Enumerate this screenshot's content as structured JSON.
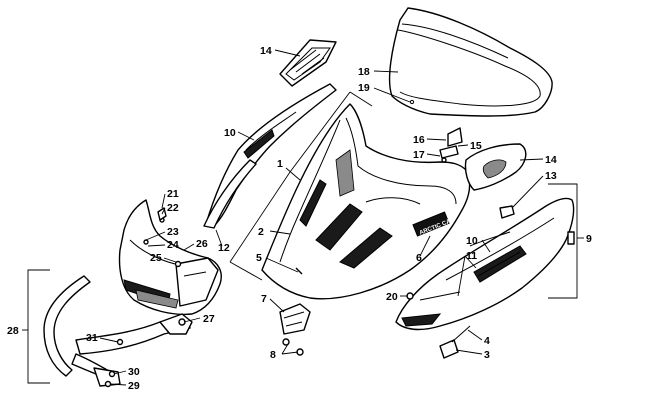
{
  "diagram": {
    "brand_logo_text": "ARCTIC CAT",
    "callouts": {
      "c1": "1",
      "c2": "2",
      "c3": "3",
      "c4": "4",
      "c5": "5",
      "c6": "6",
      "c7": "7",
      "c8": "8",
      "c9": "9",
      "c10a": "10",
      "c10b": "10",
      "c11": "11",
      "c12": "12",
      "c13": "13",
      "c14a": "14",
      "c14b": "14",
      "c15": "15",
      "c16": "16",
      "c17": "17",
      "c18": "18",
      "c19": "19",
      "c20": "20",
      "c21": "21",
      "c22": "22",
      "c23": "23",
      "c24": "24",
      "c25": "25",
      "c26": "26",
      "c27": "27",
      "c28": "28",
      "c29": "29",
      "c30": "30",
      "c31": "31"
    }
  }
}
